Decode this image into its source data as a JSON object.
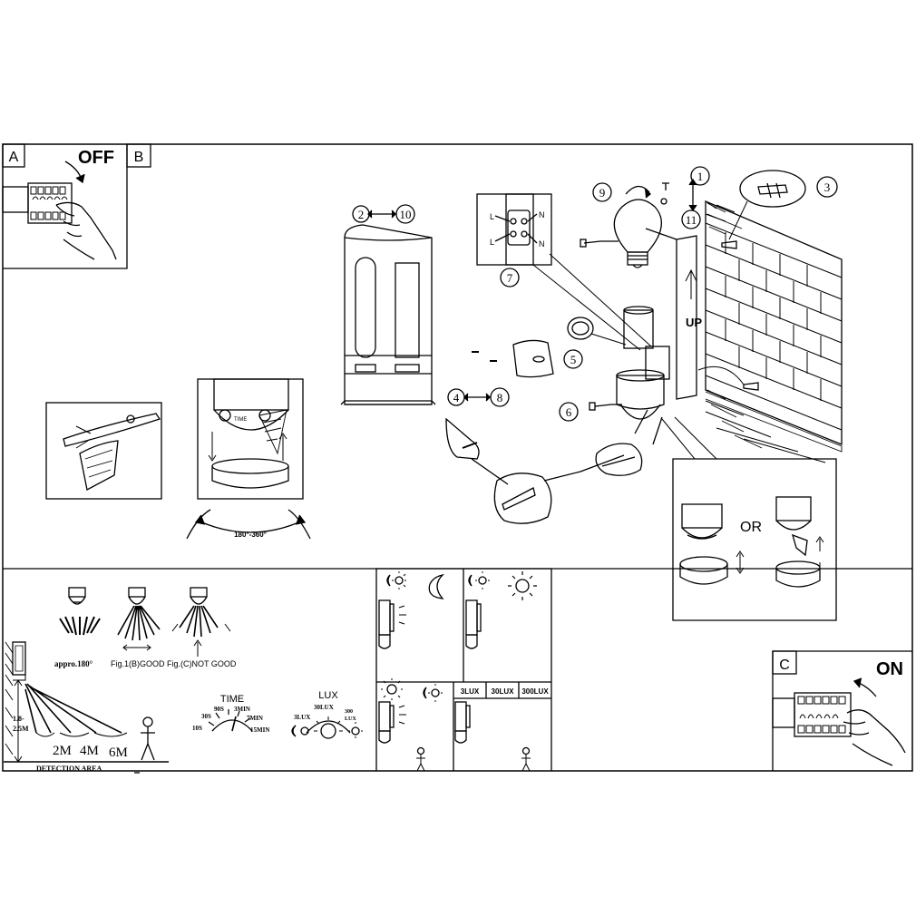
{
  "panels": {
    "a": "A",
    "b": "B",
    "c": "C"
  },
  "power": {
    "off": "OFF",
    "on": "ON"
  },
  "parts": {
    "p1": "1",
    "p2": "2",
    "p3": "3",
    "p4": "4",
    "p5": "5",
    "p6": "6",
    "p7": "7",
    "p8": "8",
    "p9": "9",
    "p10": "10",
    "p11": "11"
  },
  "wiring": {
    "l1": "L",
    "l2": "L",
    "n1": "N",
    "n2": "N"
  },
  "labels": {
    "up": "UP",
    "or": "OR",
    "rotation": "180°-360°",
    "time_knob": "TIME",
    "sensor_label": "TIME"
  },
  "detection": {
    "approx": "appro.180°",
    "fig_b": "Fig.1(B)GOOD",
    "fig_c": "Fig.(C)NOT GOOD",
    "height_1": "1.8-",
    "height_2": "2.5M",
    "d2": "2M",
    "d4": "4M",
    "d6": "6M",
    "area": "DETECTION AREA"
  },
  "time_dial": {
    "title": "TIME",
    "t10s": "10S",
    "t30s": "30S",
    "t90s": "90S",
    "t3min": "3MIN",
    "t7min": "7MIN",
    "t15min": "15MIN"
  },
  "lux_dial": {
    "title": "LUX",
    "l3": "3LUX",
    "l30": "30LUX",
    "l300a": "300",
    "l300b": "LUX"
  },
  "lux_table": {
    "c1": "3LUX",
    "c2": "30LUX",
    "c3": "300LUX"
  }
}
